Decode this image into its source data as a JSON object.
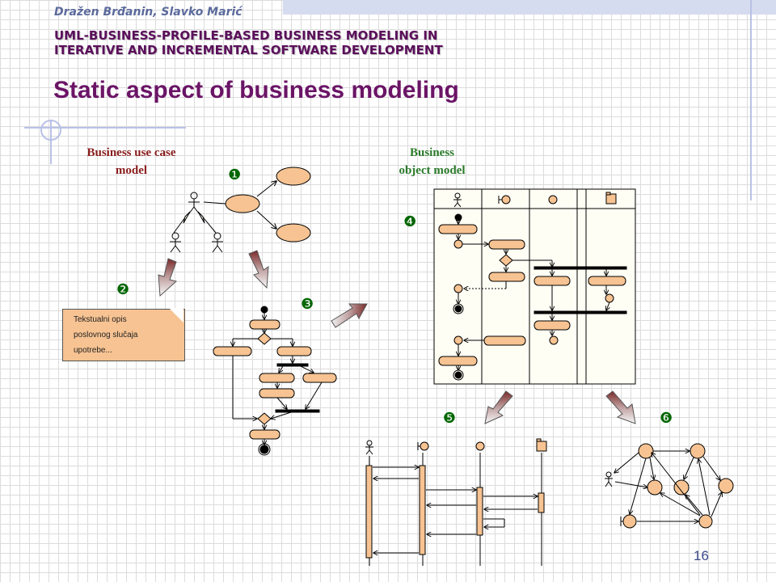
{
  "header": {
    "authors": "Dražen Brđanin, Slavko Marić",
    "subtitle_line1": "UML-BUSINESS-PROFILE-BASED BUSINESS MODELING IN",
    "subtitle_line2": "ITERATIVE AND INCREMENTAL SOFTWARE DEVELOPMENT",
    "title": "Static aspect of business modeling"
  },
  "labels": {
    "use_case_line1": "Business use case",
    "use_case_line2": "model",
    "object_line1": "Business",
    "object_line2": "object model"
  },
  "note": {
    "line1": "Tekstualni opis",
    "line2": "poslovnog slučaja",
    "line3": "upotrebe..."
  },
  "markers": {
    "m1": "❶",
    "m2": "❷",
    "m3": "❸",
    "m4": "❹",
    "m5": "❺",
    "m6": "❻"
  },
  "page_number": "16",
  "colors": {
    "title": "#6b1466",
    "subtitle": "#5b0f5b",
    "authors": "#5b6a9c",
    "shape_fill": "#f7c392",
    "use_case_label": "#8a1d1d",
    "object_label": "#2a7a2a",
    "marker": "#006600"
  }
}
